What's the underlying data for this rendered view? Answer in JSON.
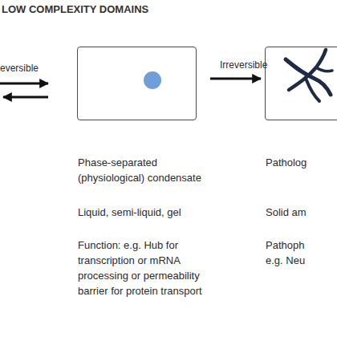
{
  "diagram": {
    "title": "LOW COMPLEXITY DOMAINS",
    "nodes": [
      {
        "text": [
          "Phase-separated (physiological) condensate",
          "Liquid, semi-liquid, gel",
          "Function: e.g. Hub for transcription or mRNA processing or permeability barrier for protein transport"
        ]
      },
      {
        "text": [
          "Patholog",
          "Solid am",
          "Pathoph e.g. Neu"
        ]
      }
    ],
    "edges": [
      {
        "from": 0,
        "to": 1,
        "label": "Irreversible",
        "arrow": "to"
      }
    ],
    "labels": [
      "eversible"
    ]
  }
}
